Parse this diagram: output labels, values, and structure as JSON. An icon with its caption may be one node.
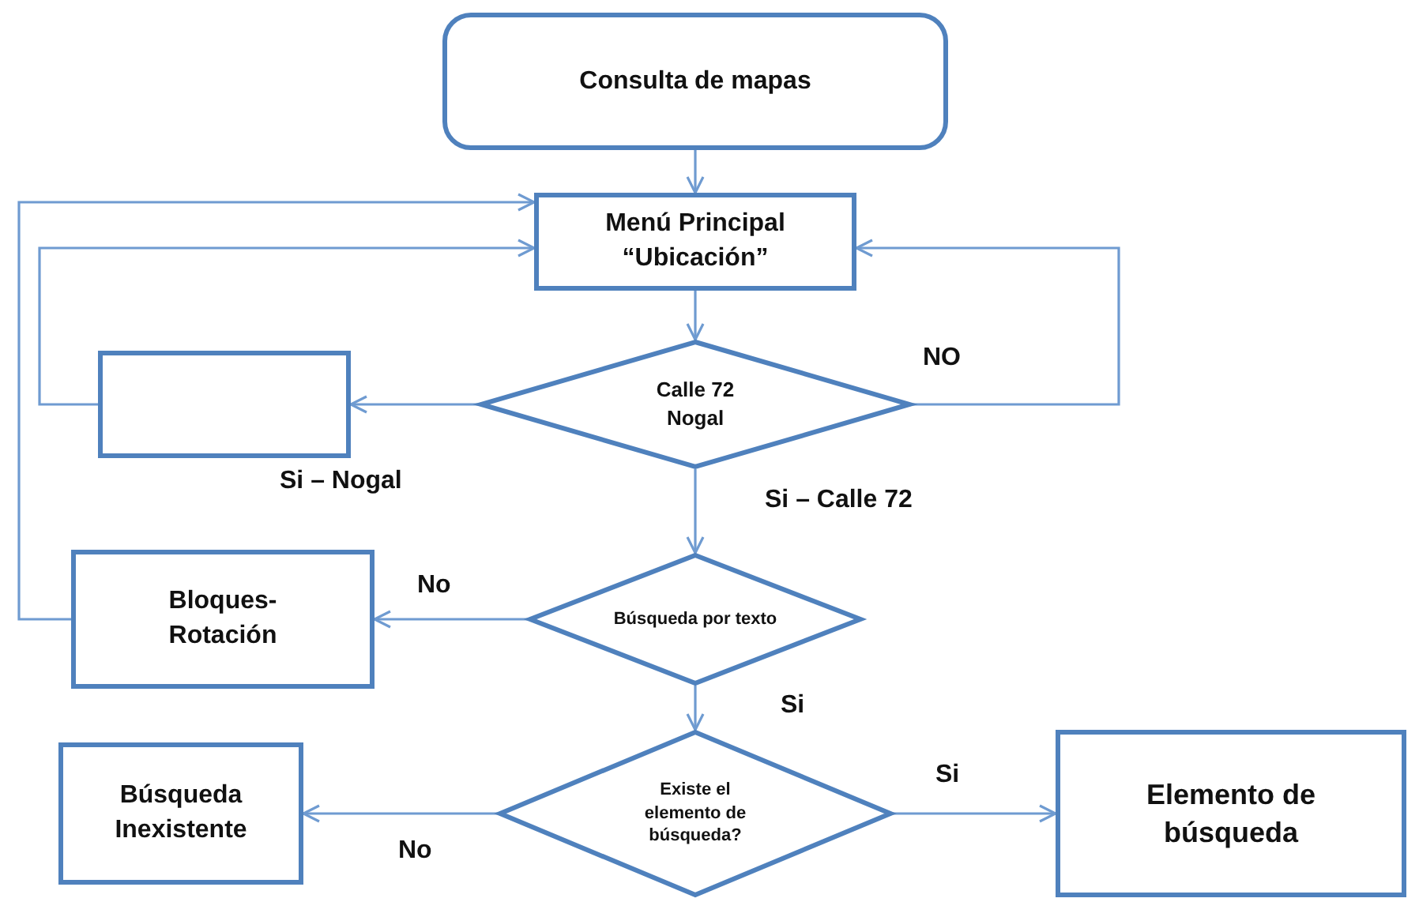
{
  "diagram": {
    "nodes": [
      {
        "text": [
          "Consulta de mapas"
        ]
      },
      {
        "text": [
          "Menú Principal “Ubicación”"
        ]
      },
      {
        "text": [
          "Calle 72 Nogal"
        ]
      },
      {
        "text": [],
        "shape": "box"
      },
      {
        "text": [
          "Búsqueda por texto"
        ]
      },
      {
        "text": [
          "Bloques- Rotación"
        ]
      },
      {
        "text": [
          "Existe el elemento de búsqueda?"
        ]
      },
      {
        "text": [
          "Búsqueda Inexistente"
        ]
      },
      {
        "text": [
          "Elemento de búsqueda"
        ]
      }
    ],
    "edges": [
      {
        "from": 0,
        "to": 1,
        "arrow": "to"
      },
      {
        "from": 1,
        "to": 2,
        "arrow": "to"
      },
      {
        "from": 2,
        "to": 3,
        "arrow": "to",
        "label": "Si – Nogal"
      },
      {
        "from": 3,
        "to": 1,
        "arrow": "to"
      },
      {
        "from": 2,
        "to": 1,
        "arrow": "to",
        "label": "NO"
      },
      {
        "from": 2,
        "to": 4,
        "arrow": "to",
        "label": "Si – Calle 72"
      },
      {
        "from": 4,
        "to": 5,
        "arrow": "to",
        "label": "No"
      },
      {
        "from": 5,
        "to": 1,
        "arrow": "to"
      },
      {
        "from": 4,
        "to": 6,
        "arrow": "to",
        "label": "Si"
      },
      {
        "from": 6,
        "to": 7,
        "arrow": "to",
        "label": "No"
      },
      {
        "from": 6,
        "to": 8,
        "arrow": "to",
        "label": "Si"
      }
    ]
  }
}
